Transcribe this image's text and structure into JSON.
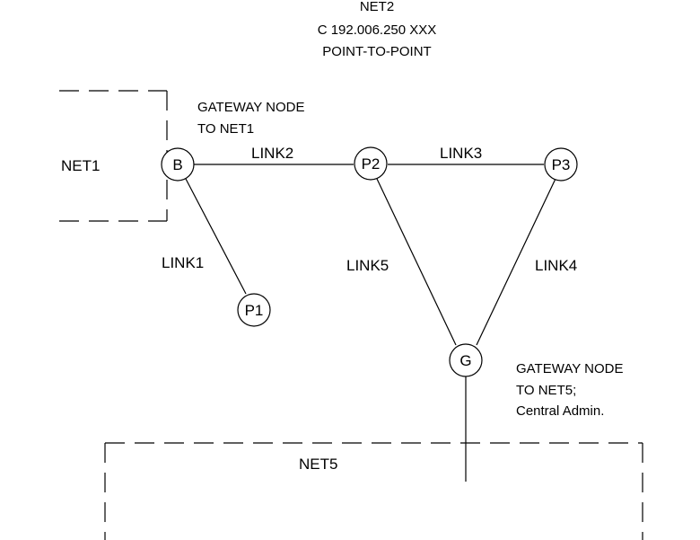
{
  "header": {
    "net_name": "NET2",
    "address": "C 192.006.250 XXX",
    "type": "POINT-TO-POINT"
  },
  "networks": {
    "net1": "NET1",
    "net5": "NET5"
  },
  "nodes": {
    "b": "B",
    "p1": "P1",
    "p2": "P2",
    "p3": "P3",
    "g": "G"
  },
  "links": {
    "link1": "LINK1",
    "link2": "LINK2",
    "link3": "LINK3",
    "link4": "LINK4",
    "link5": "LINK5"
  },
  "notes": {
    "gateway_net1": [
      "GATEWAY NODE",
      "TO NET1"
    ],
    "gateway_net5": [
      "GATEWAY NODE",
      "TO NET5;",
      "Central Admin."
    ]
  }
}
